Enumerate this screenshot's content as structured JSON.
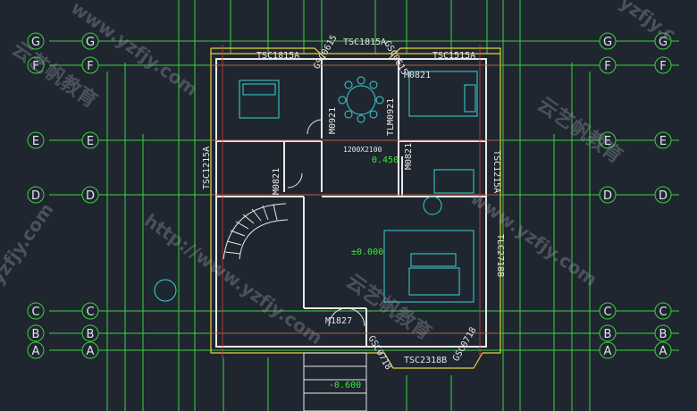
{
  "grid_labels": {
    "left_outer": [
      "G",
      "F",
      "E",
      "D",
      "C",
      "B",
      "A"
    ],
    "left_inner": [
      "G",
      "F",
      "E",
      "D",
      "C",
      "B",
      "A"
    ],
    "right_inner": [
      "G",
      "F",
      "E",
      "D",
      "C",
      "B",
      "A"
    ],
    "right_outer": [
      "G",
      "F",
      "E",
      "D",
      "C",
      "B",
      "A"
    ]
  },
  "window_labels": {
    "top_left": "TSC1815A",
    "top_center": "TSC1815A",
    "top_right": "TSC1515A",
    "gsc_left": "GSC0615",
    "gsc_right": "GSC0615",
    "left_wall": "TSC1215A",
    "right_wall": "TSC1215A",
    "right_long": "TLC2718B",
    "bottom": "TSC2318B",
    "bottom_gsc_left": "GSC0718",
    "bottom_gsc_right": "GSC0718"
  },
  "door_labels": {
    "m0921": "M0921",
    "tlm0921": "TLM0921",
    "m0821_top": "M0821",
    "m0821_right": "M0821",
    "m0821_left": "M0821",
    "m1827": "M1827",
    "opening": "1200X2100"
  },
  "elevations": {
    "upper": "0.450",
    "main": "±0.000",
    "entry": "-0.600"
  },
  "watermarks": {
    "cn_left": "云艺帆教育",
    "cn_right": "云艺帆教育",
    "url_center": "http://www.yzfjy.com",
    "url_right": "www.yzfjy.com",
    "url_top": "www.yzfjy.com",
    "url_corner": "yzfjy.c",
    "url_left_bottom": "yzfjy.com",
    "cn_top_left": "云艺帆教育"
  }
}
